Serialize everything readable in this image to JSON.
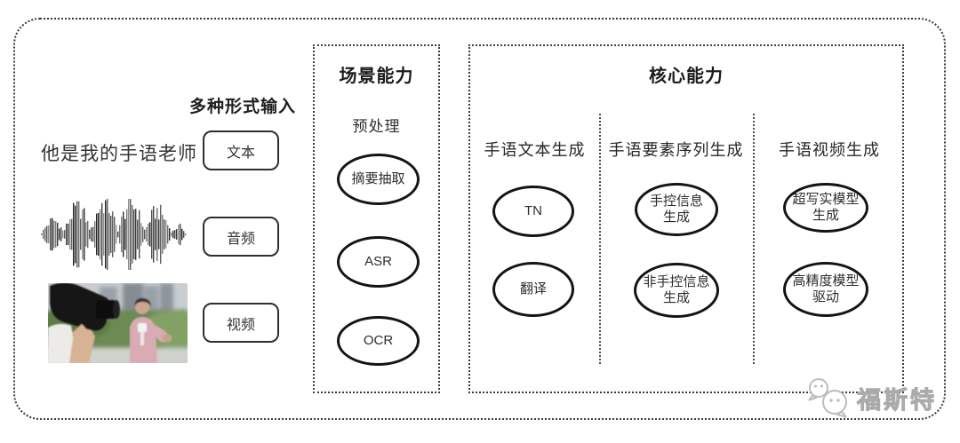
{
  "input": {
    "section_label": "多种形式输入",
    "sample_text": "他是我的手语老师",
    "types": [
      {
        "label": "文本"
      },
      {
        "label": "音频"
      },
      {
        "label": "视频"
      }
    ],
    "media": {
      "waveform_icon": "audio-waveform-graphic",
      "video_icon": "camera-filming-reporter-photo"
    }
  },
  "scene": {
    "title": "场景能力",
    "subtitle": "预处理",
    "nodes": [
      {
        "label": "摘要抽取"
      },
      {
        "label": "ASR"
      },
      {
        "label": "OCR"
      }
    ]
  },
  "core": {
    "title": "核心能力",
    "columns": [
      {
        "header": "手语文本生成",
        "nodes": [
          {
            "line1": "TN",
            "line2": ""
          },
          {
            "line1": "翻译",
            "line2": ""
          }
        ]
      },
      {
        "header": "手语要素序列生成",
        "nodes": [
          {
            "line1": "手控信息",
            "line2": "生成"
          },
          {
            "line1": "非手控信息",
            "line2": "生成"
          }
        ]
      },
      {
        "header": "手语视频生成",
        "nodes": [
          {
            "line1": "超写实模型",
            "line2": "生成"
          },
          {
            "line1": "高精度模型",
            "line2": "驱动"
          }
        ]
      }
    ]
  },
  "watermark": {
    "label": "福斯特",
    "icon": "chat-bubbles-doodle-icon"
  },
  "colors": {
    "ink": "#141414",
    "frame": "#3a3a3a",
    "watermark": "#bcbcbc",
    "background": "#ffffff"
  }
}
